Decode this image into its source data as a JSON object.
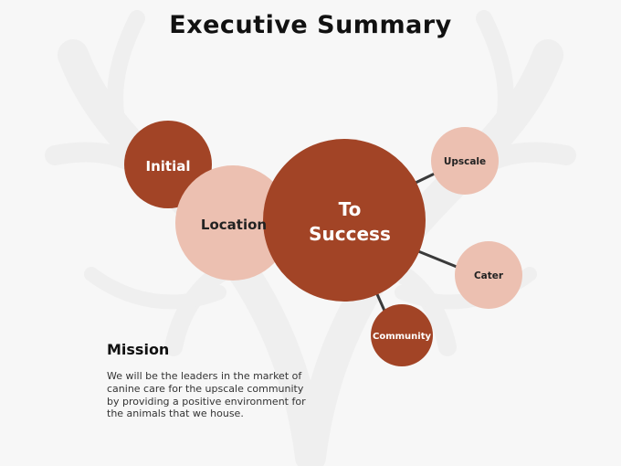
{
  "slide": {
    "title": "Executive Summary"
  },
  "diagram": {
    "nodes": {
      "initial": "Initial",
      "location": "Location",
      "success_line1": "To",
      "success_line2": "Success",
      "upscale": "Upscale",
      "cater": "Cater",
      "community": "Community"
    }
  },
  "mission": {
    "heading": "Mission",
    "body": "We will be the leaders in the market of canine care for the upscale community by providing a positive environment for the animals that we house."
  },
  "colors": {
    "dark_rust": "#a24426",
    "light_peach": "#ecc0b1",
    "connector": "#3a3a3a",
    "background": "#f7f7f7"
  }
}
